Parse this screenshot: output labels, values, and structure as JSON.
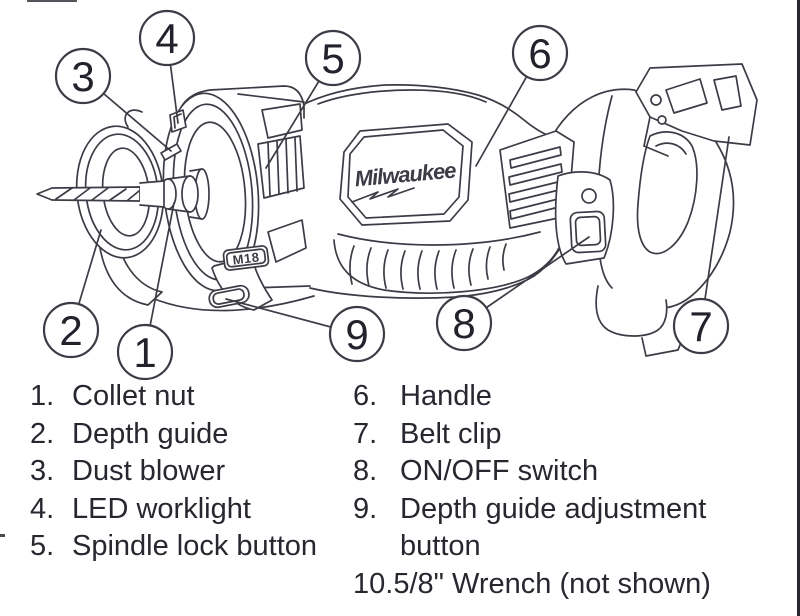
{
  "diagram": {
    "brand_logo": "Milwaukee",
    "model_badge": "M18",
    "callouts": [
      {
        "n": "1"
      },
      {
        "n": "2"
      },
      {
        "n": "3"
      },
      {
        "n": "4"
      },
      {
        "n": "5"
      },
      {
        "n": "6"
      },
      {
        "n": "7"
      },
      {
        "n": "8"
      },
      {
        "n": "9"
      }
    ]
  },
  "parts_list": {
    "left_column": [
      {
        "num": "1.",
        "label": "Collet nut"
      },
      {
        "num": "2.",
        "label": "Depth guide"
      },
      {
        "num": "3.",
        "label": "Dust blower"
      },
      {
        "num": "4.",
        "label": "LED worklight"
      },
      {
        "num": "5.",
        "label": "Spindle lock button"
      }
    ],
    "right_column": [
      {
        "num": "6.",
        "label": "Handle"
      },
      {
        "num": "7.",
        "label": "Belt clip"
      },
      {
        "num": "8.",
        "label": "ON/OFF switch"
      },
      {
        "num": "9.",
        "label": "Depth guide adjustment button"
      },
      {
        "num": "10.",
        "label": "5/8\" Wrench (not shown)"
      }
    ]
  },
  "colors": {
    "line_art": "#3d3c46",
    "text": "#28272f",
    "background": "#ffffff",
    "page_border": "#26262e"
  }
}
